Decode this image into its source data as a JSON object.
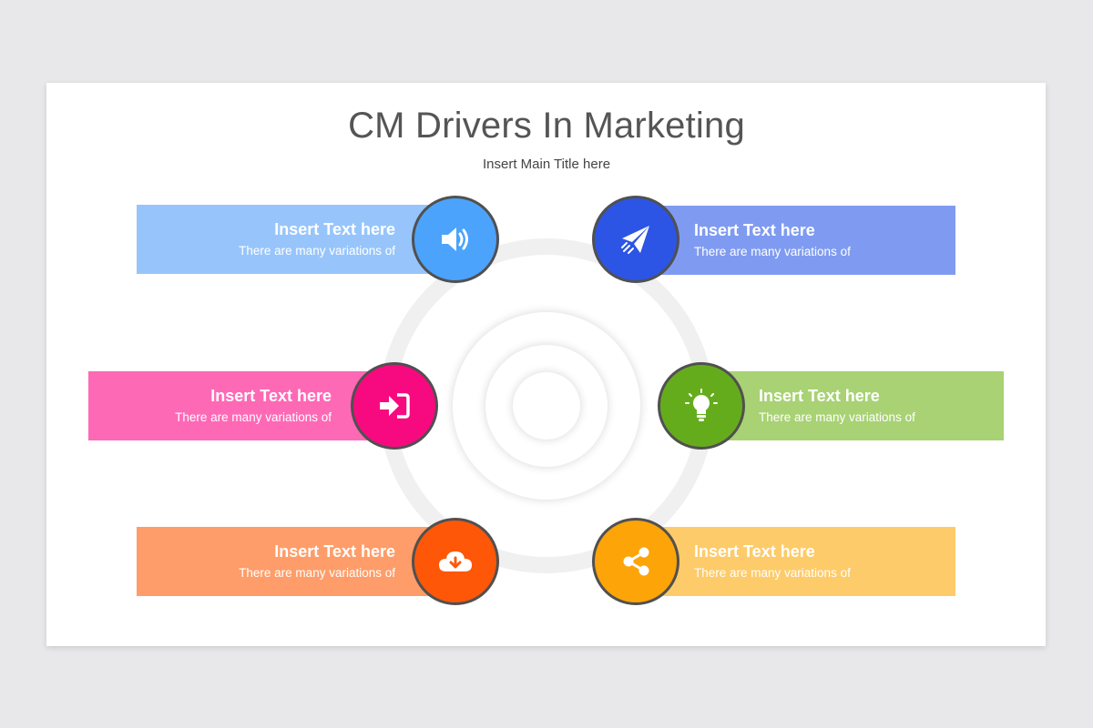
{
  "slide": {
    "title": "CM Drivers In Marketing",
    "subtitle": "Insert Main Title here"
  },
  "items": [
    {
      "heading": "Insert Text here",
      "body": "There are many variations of",
      "icon": "speaker-icon",
      "bar_color": "#97c5fb",
      "circle_color": "#4ba3fb"
    },
    {
      "heading": "Insert Text here",
      "body": "There are many variations of",
      "icon": "paper-plane-icon",
      "bar_color": "#7f9bf1",
      "circle_color": "#2c55e5"
    },
    {
      "heading": "Insert Text here",
      "body": "There are many variations of",
      "icon": "sign-in-icon",
      "bar_color": "#fe69b6",
      "circle_color": "#f70a7f"
    },
    {
      "heading": "Insert Text here",
      "body": "There are many variations of",
      "icon": "lightbulb-icon",
      "bar_color": "#a8d274",
      "circle_color": "#65ac1d"
    },
    {
      "heading": "Insert Text here",
      "body": "There are many variations of",
      "icon": "cloud-download-icon",
      "bar_color": "#fe9d69",
      "circle_color": "#fe5707"
    },
    {
      "heading": "Insert Text here",
      "body": "There are many variations of",
      "icon": "share-icon",
      "bar_color": "#fdcb69",
      "circle_color": "#fda408"
    }
  ]
}
